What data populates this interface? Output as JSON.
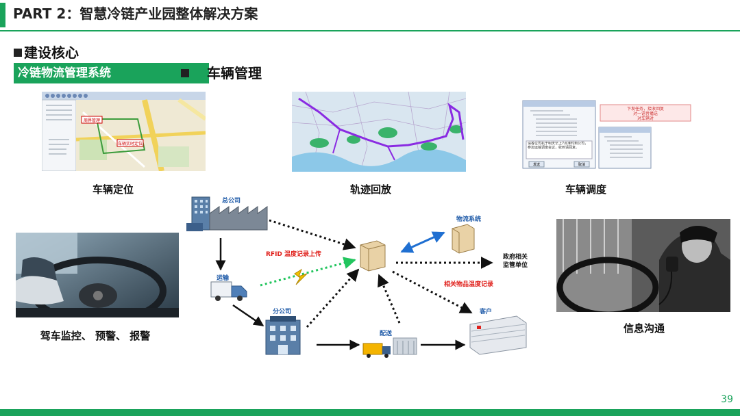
{
  "header": {
    "title": "PART 2：智慧冷链产业园整体解决方案"
  },
  "section": {
    "heading": "建设核心"
  },
  "system_box": {
    "label": "冷链物流管理系统"
  },
  "subheading": {
    "label": "车辆管理"
  },
  "features": [
    {
      "label": "车辆定位"
    },
    {
      "label": "轨迹回放"
    },
    {
      "label": "车辆调度"
    },
    {
      "label": "驾车监控、 预警、 报警"
    },
    {
      "label": "信息沟通"
    }
  ],
  "map1": {
    "tag1": "周界管理",
    "tag2": "车辆实时定位"
  },
  "dispatch": {
    "popup_top": "下发任务，接收回复",
    "popup_mid": "对一语音播送",
    "popup_bottom": "对车辆对",
    "btn_send": "发送",
    "btn_cancel": "取消",
    "note": "请各位司机于明天早上7点准时到公司，参加运输调度会议，收到请回复。"
  },
  "diagram": {
    "hq": "总公司",
    "transport": "运输",
    "branch": "分公司",
    "delivery": "配送",
    "customer": "客户",
    "logistics": "物流系统",
    "rfid": "RFID 温度记录上传",
    "supervision_line1": "政府相关",
    "supervision_line2": "监管单位",
    "temp_record": "相关物品温度记录"
  },
  "footer": {
    "page": "39"
  },
  "colors": {
    "accent": "#1aa35b",
    "arrow": "#111111",
    "red_label": "#e0201b",
    "blue_arrow": "#1f6fd1",
    "green_dotted": "#22c55e"
  }
}
